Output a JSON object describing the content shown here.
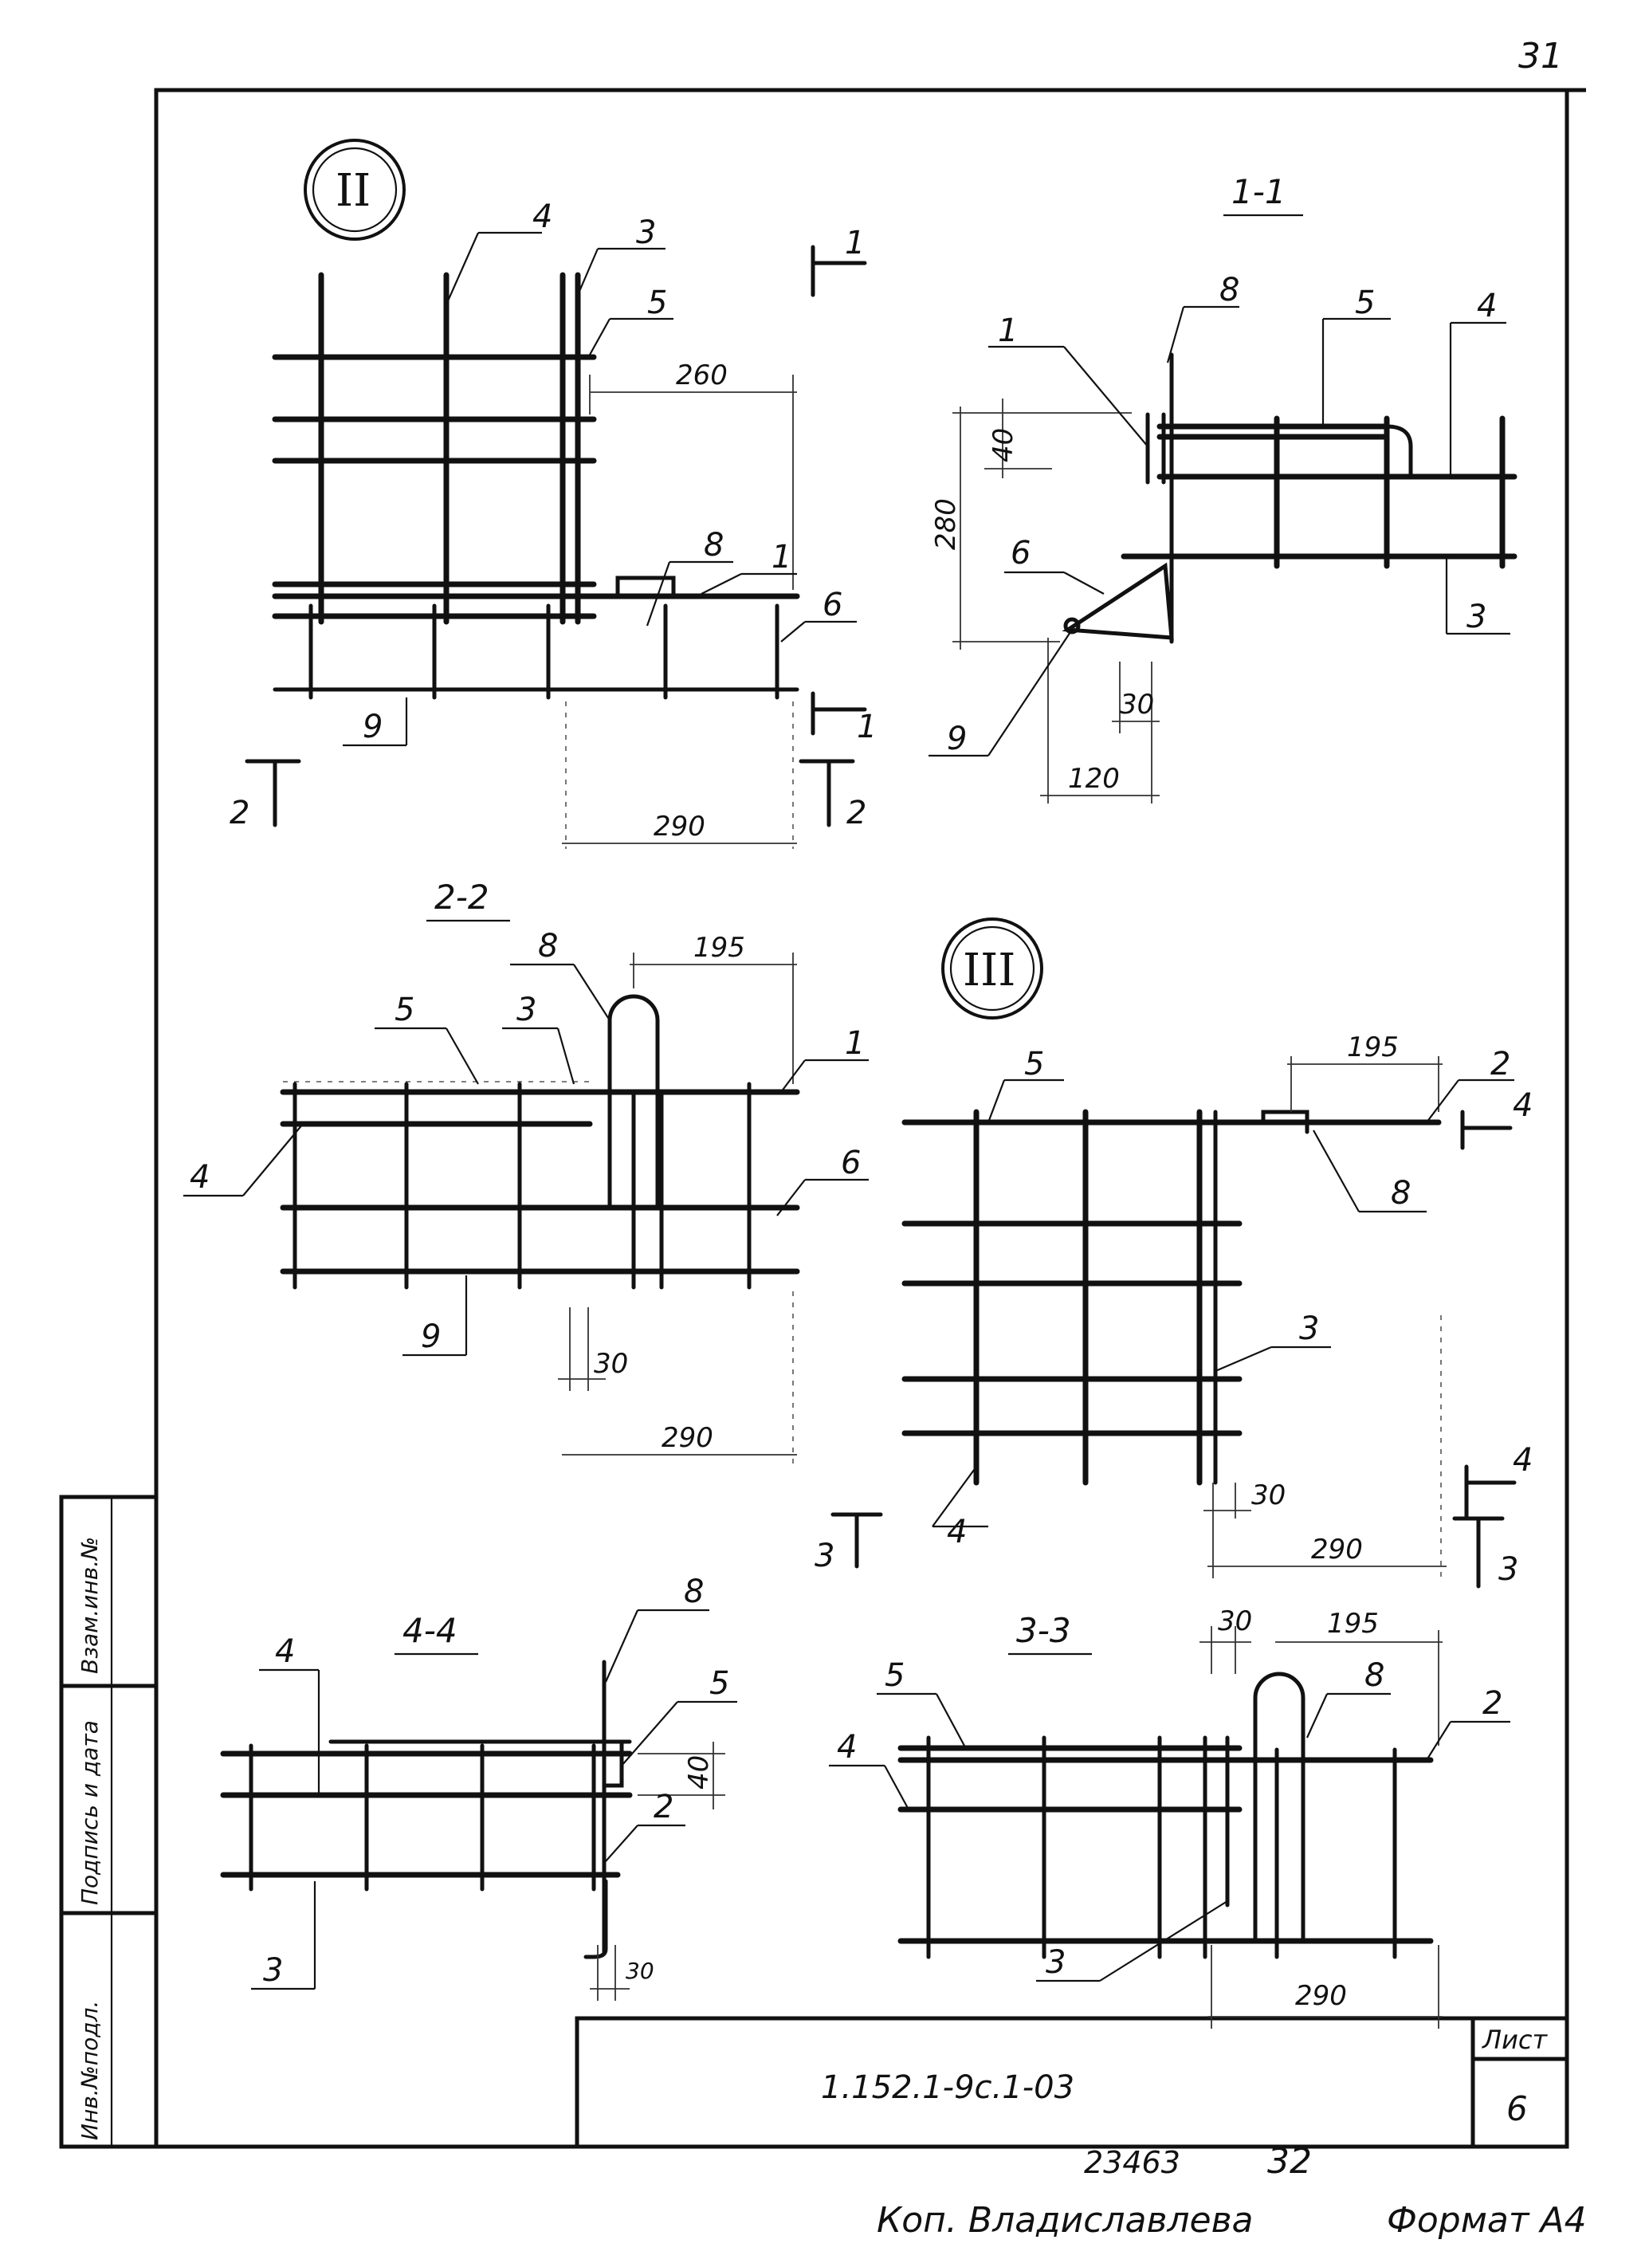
{
  "page_number": "31",
  "designation": "1.152.1-9с.1-03",
  "sheet_label": "Лист",
  "sheet_number": "6",
  "footer": {
    "inv": "23463",
    "page": "32",
    "copied_by": "Коп. Владиславлева",
    "format": "Формат А4"
  },
  "side_stamp": [
    "Взам.инв.№",
    "Подпись и дата",
    "Инв.№подл."
  ],
  "views": {
    "node2": {
      "roman": "II",
      "section_marks": [
        "1",
        "1",
        "2",
        "2"
      ],
      "dims": [
        "260",
        "290"
      ],
      "labels": [
        "4",
        "3",
        "5",
        "8",
        "1",
        "6",
        "9"
      ]
    },
    "sec11": {
      "title": "1-1",
      "dims": [
        "40",
        "280",
        "30",
        "120"
      ],
      "labels": [
        "8",
        "5",
        "4",
        "1",
        "6",
        "9",
        "3"
      ]
    },
    "sec22": {
      "title": "2-2",
      "dims": [
        "195",
        "30",
        "290"
      ],
      "labels": [
        "8",
        "5",
        "3",
        "1",
        "4",
        "6",
        "9"
      ]
    },
    "node3": {
      "roman": "III",
      "section_marks": [
        "4",
        "4",
        "3",
        "3"
      ],
      "dims": [
        "195",
        "30",
        "290"
      ],
      "labels": [
        "5",
        "2",
        "8",
        "3",
        "4"
      ]
    },
    "sec44": {
      "title": "4-4",
      "dims": [
        "40",
        "30"
      ],
      "labels": [
        "8",
        "4",
        "5",
        "2",
        "3"
      ]
    },
    "sec33": {
      "title": "3-3",
      "dims": [
        "30",
        "195",
        "290"
      ],
      "labels": [
        "5",
        "8",
        "2",
        "4",
        "3"
      ]
    }
  }
}
